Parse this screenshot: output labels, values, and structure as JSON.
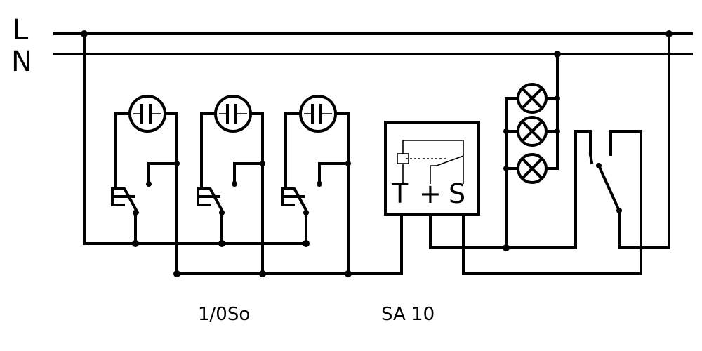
{
  "bus": {
    "line_label": "L",
    "neutral_label": "N"
  },
  "relay": {
    "terminal_t": "T",
    "terminal_plus": "+",
    "terminal_s": "S"
  },
  "captions": {
    "pushbutton": "1/0So",
    "relay": "SA 10"
  }
}
